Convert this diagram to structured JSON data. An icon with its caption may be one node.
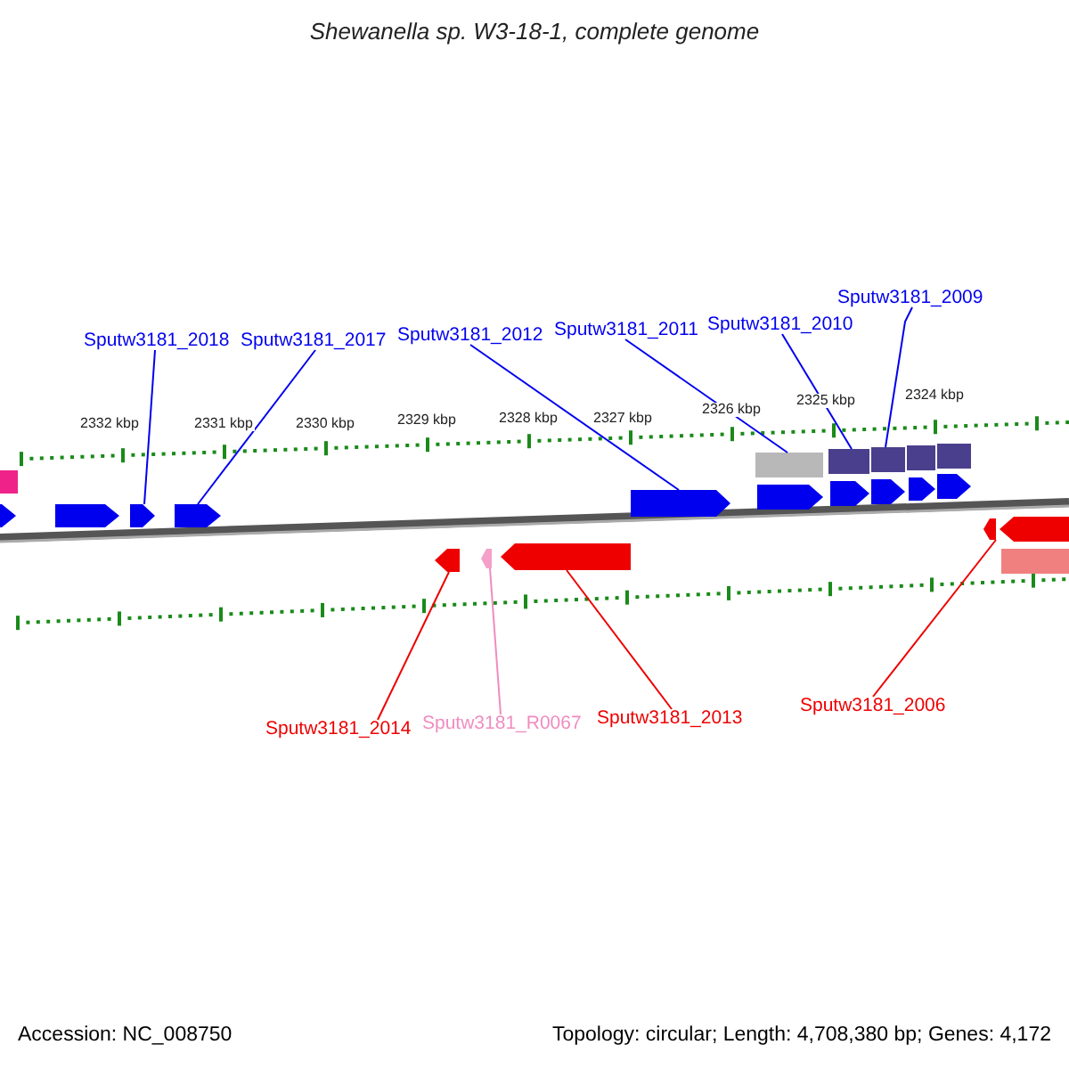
{
  "diagram": {
    "title": "Shewanella sp. W3-18-1, complete genome",
    "nodes": [
      {
        "text": [
          "Sputw3181_2018"
        ]
      },
      {
        "text": [
          "Sputw3181_2017"
        ]
      },
      {
        "text": [
          "Sputw3181_2012"
        ]
      },
      {
        "text": [
          "Sputw3181_2011"
        ]
      },
      {
        "text": [
          "Sputw3181_2010"
        ]
      },
      {
        "text": [
          "Sputw3181_2009"
        ]
      },
      {
        "text": [
          "Sputw3181_2014"
        ]
      },
      {
        "text": [
          "Sputw3181_R0067"
        ]
      },
      {
        "text": [
          "Sputw3181_2013"
        ]
      },
      {
        "text": [
          "Sputw3181_2006"
        ]
      },
      {
        "text": [],
        "shape": "arrow"
      },
      {
        "text": [],
        "shape": "arrow"
      },
      {
        "text": [],
        "shape": "arrow"
      },
      {
        "text": [],
        "shape": "box"
      },
      {
        "text": [],
        "shape": "box"
      },
      {
        "text": [],
        "shape": "box"
      },
      {
        "text": [],
        "shape": "arrow"
      },
      {
        "text": [],
        "shape": "arrow"
      },
      {
        "text": [],
        "shape": "arrow"
      },
      {
        "text": [],
        "shape": "arrow"
      },
      {
        "text": [],
        "shape": "arrow"
      },
      {
        "text": [],
        "shape": "arrow"
      },
      {
        "text": [],
        "shape": "arrow"
      },
      {
        "text": [],
        "shape": "arrow"
      },
      {
        "text": [],
        "shape": "arrow"
      },
      {
        "text": [],
        "shape": "arrow"
      },
      {
        "text": [],
        "shape": "arrow"
      },
      {
        "text": [],
        "shape": "box"
      },
      {
        "text": [],
        "shape": "box"
      },
      {
        "text": [],
        "shape": "box"
      },
      {
        "text": [],
        "shape": "arrow"
      },
      {
        "text": [],
        "shape": "box"
      }
    ],
    "edges": [
      {
        "from": 0,
        "to": 10,
        "arrow": "none"
      },
      {
        "from": 1,
        "to": 11,
        "arrow": "none"
      },
      {
        "from": 2,
        "to": 12,
        "arrow": "none"
      },
      {
        "from": 3,
        "to": 13,
        "arrow": "none"
      },
      {
        "from": 4,
        "to": 14,
        "arrow": "none"
      },
      {
        "from": 5,
        "to": 15,
        "arrow": "none"
      },
      {
        "from": 6,
        "to": 16,
        "arrow": "none",
        "color": "#ee0000"
      },
      {
        "from": 7,
        "to": 17,
        "arrow": "none",
        "color": "#f08cc0"
      },
      {
        "from": 8,
        "to": 18,
        "arrow": "none",
        "color": "#ee0000"
      },
      {
        "from": 9,
        "to": 19,
        "arrow": "none",
        "color": "#ee0000"
      }
    ],
    "labels": [
      "2332 kbp",
      "2331 kbp",
      "2330 kbp",
      "2329 kbp",
      "2328 kbp",
      "2327 kbp",
      "2326 kbp",
      "2325 kbp",
      "2324 kbp",
      "Accession: NC_008750",
      "Topology: circular; Length: 4,708,380 bp; Genes: 4,172"
    ]
  }
}
